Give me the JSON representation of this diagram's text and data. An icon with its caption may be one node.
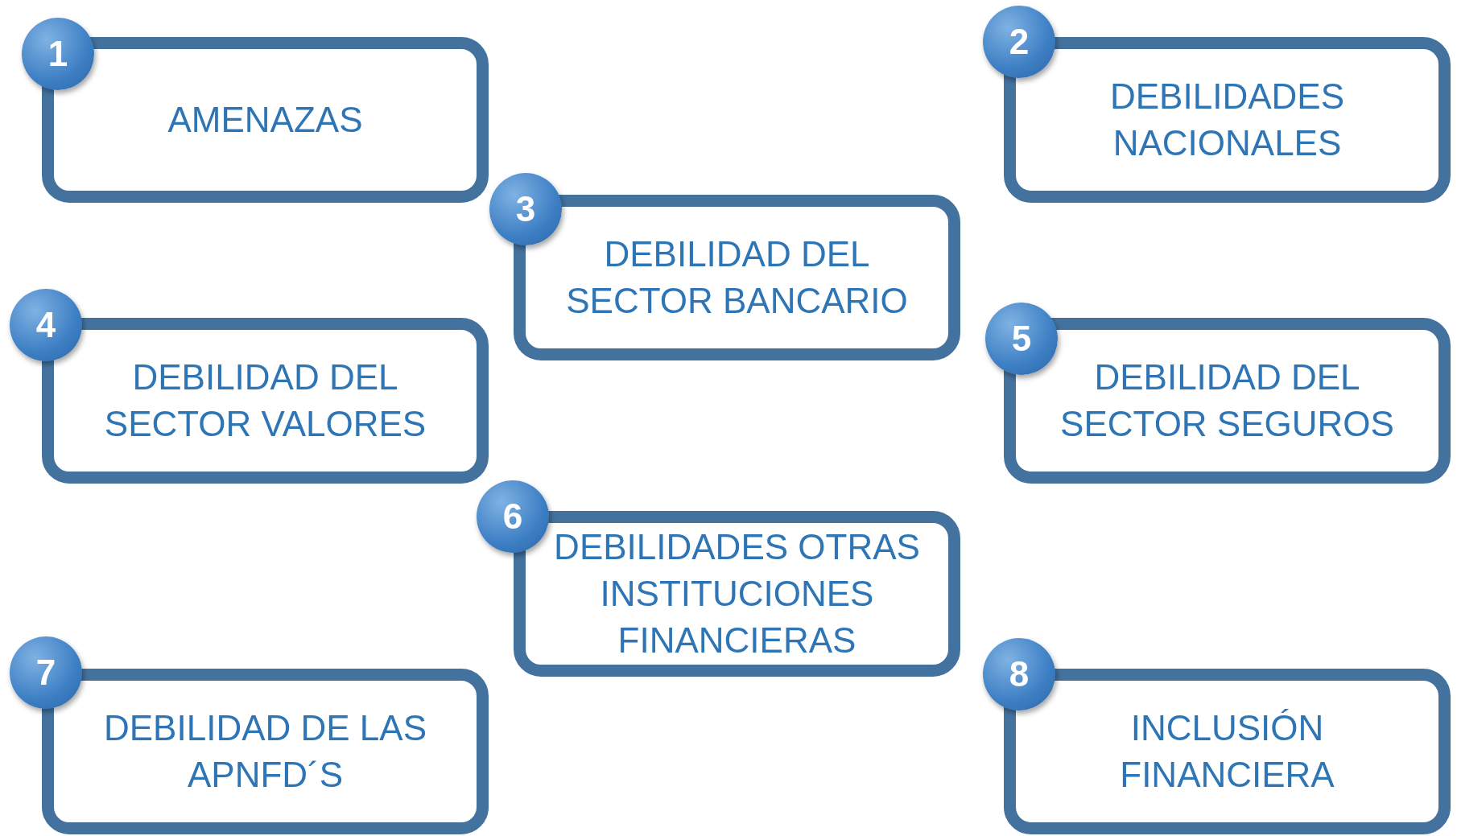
{
  "diagram": {
    "nodes": [
      {
        "text": [
          "1"
        ]
      },
      {
        "text": [
          "AMENAZAS"
        ]
      },
      {
        "text": [
          "2"
        ]
      },
      {
        "text": [
          "DEBILIDADES NACIONALES"
        ]
      },
      {
        "text": [
          "3"
        ]
      },
      {
        "text": [
          "DEBILIDAD DEL SECTOR BANCARIO"
        ]
      },
      {
        "text": [
          "4"
        ]
      },
      {
        "text": [
          "DEBILIDAD DEL SECTOR VALORES"
        ]
      },
      {
        "text": [
          "5"
        ]
      },
      {
        "text": [
          "DEBILIDAD DEL SECTOR SEGUROS"
        ]
      },
      {
        "text": [
          "6"
        ]
      },
      {
        "text": [
          "DEBILIDADES OTRAS INSTITUCIONES FINANCIERAS"
        ]
      },
      {
        "text": [
          "7"
        ]
      },
      {
        "text": [
          "DEBILIDAD DE LAS APNFD´S"
        ]
      },
      {
        "text": [
          "8"
        ]
      },
      {
        "text": [
          "INCLUSIÓN FINANCIERA"
        ]
      }
    ],
    "edges": []
  }
}
